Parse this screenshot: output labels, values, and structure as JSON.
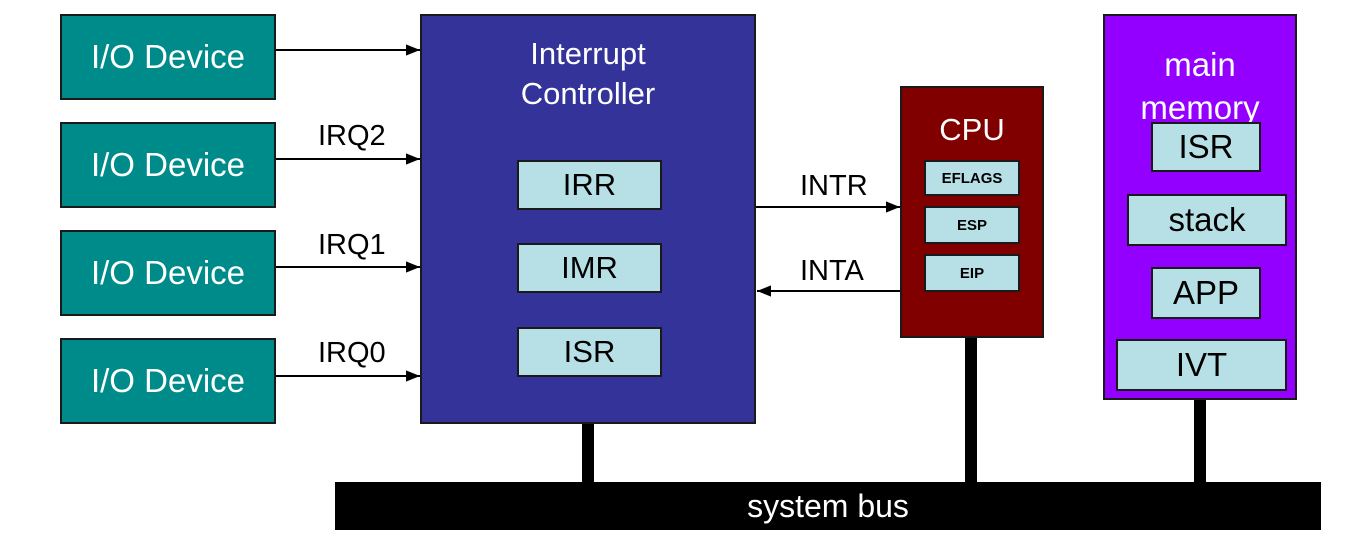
{
  "io_devices": [
    {
      "label": "I/O Device"
    },
    {
      "label": "I/O Device"
    },
    {
      "label": "I/O Device"
    },
    {
      "label": "I/O Device"
    }
  ],
  "irq_lines": [
    "IRQ2",
    "IRQ1",
    "IRQ0"
  ],
  "interrupt_controller": {
    "title_line1": "Interrupt",
    "title_line2": "Controller",
    "registers": [
      "IRR",
      "IMR",
      "ISR"
    ]
  },
  "signals": {
    "intr": "INTR",
    "inta": "INTA"
  },
  "cpu": {
    "title": "CPU",
    "registers": [
      "EFLAGS",
      "ESP",
      "EIP"
    ]
  },
  "main_memory": {
    "title_line1": "main",
    "title_line2": "memory",
    "regions": [
      "ISR",
      "stack",
      "APP",
      "IVT"
    ]
  },
  "system_bus": {
    "label": "system bus"
  },
  "colors": {
    "io_device": "#008b8b",
    "interrupt_controller": "#333399",
    "cpu": "#800000",
    "main_memory": "#9400ff",
    "register": "#b7e0e6",
    "bus": "#000000"
  }
}
